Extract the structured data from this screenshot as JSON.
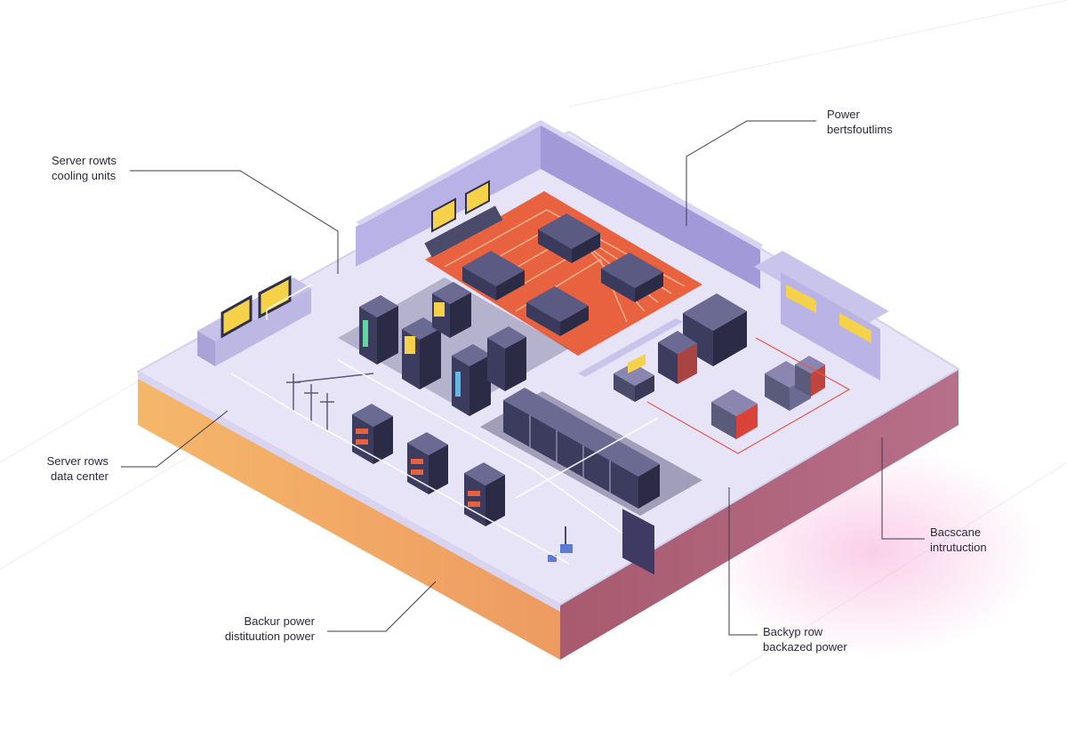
{
  "callouts": [
    {
      "id": "server-rows-cooling",
      "lines": [
        "Server rowts",
        "cooling units"
      ]
    },
    {
      "id": "power-top",
      "lines": [
        "Power",
        "bertsfoutlims"
      ]
    },
    {
      "id": "server-rows-dc",
      "lines": [
        "Server rows",
        "data center"
      ]
    },
    {
      "id": "backscape",
      "lines": [
        "Bacscane",
        "intrutuction"
      ]
    },
    {
      "id": "backup-distribution",
      "lines": [
        "Backur power",
        "distituution power"
      ]
    },
    {
      "id": "backup-row",
      "lines": [
        "Backyp row",
        "backazed power"
      ]
    }
  ],
  "colors": {
    "floor": "#e7e4f7",
    "floor_edge": "#d4d0ef",
    "wall": "#c9c4ec",
    "wall_dark": "#8f88c8",
    "front_left": "#f2a25f",
    "front_right": "#a86070",
    "red_zone": "#e8623f",
    "rack": "#4a4a6a",
    "rack_dark": "#2f2f48",
    "screen_yellow": "#f5d24a",
    "accent_red": "#d9433a"
  }
}
